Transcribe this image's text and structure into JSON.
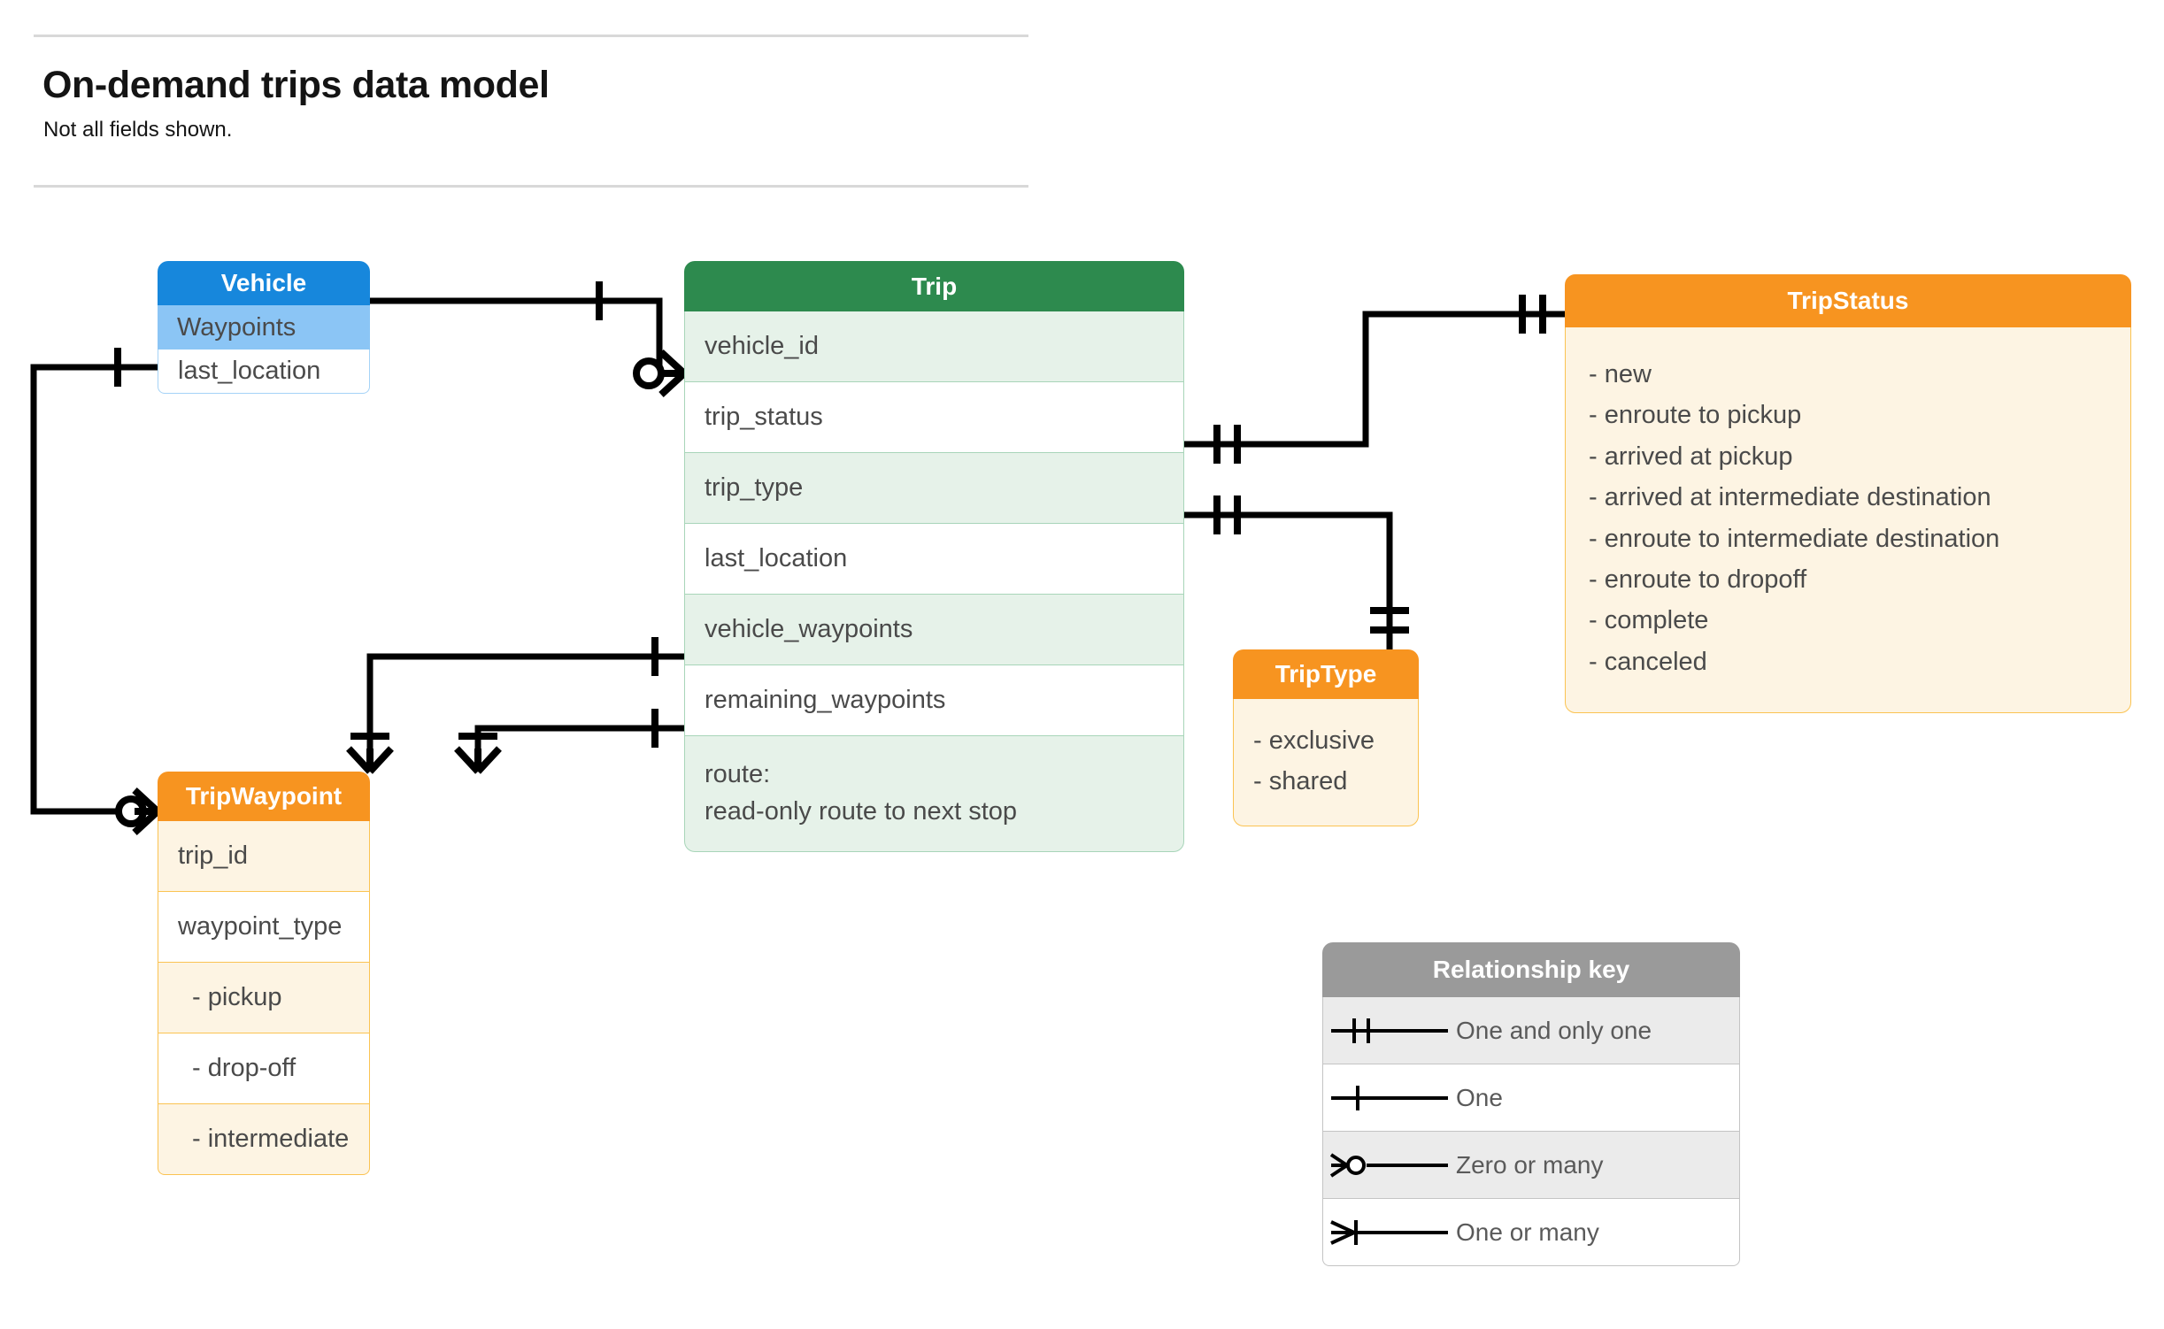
{
  "header": {
    "title": "On-demand trips data model",
    "subtitle": "Not all fields shown."
  },
  "entities": {
    "vehicle": {
      "name": "Vehicle",
      "color": "#1787dc",
      "fields": [
        {
          "label": "Waypoints"
        },
        {
          "label": "last_location"
        }
      ]
    },
    "trip": {
      "name": "Trip",
      "color": "#2d8a4e",
      "fields": [
        {
          "label": "vehicle_id"
        },
        {
          "label": "trip_status"
        },
        {
          "label": "trip_type"
        },
        {
          "label": "last_location"
        },
        {
          "label": "vehicle_waypoints"
        },
        {
          "label": "remaining_waypoints"
        }
      ],
      "note_line1": "route:",
      "note_line2": "read-only route to next stop"
    },
    "trip_status": {
      "name": "TripStatus",
      "color": "#f79420",
      "values": [
        "- new",
        "- enroute to pickup",
        "- arrived at pickup",
        "- arrived at intermediate destination",
        "- enroute to intermediate destination",
        "- enroute to dropoff",
        "- complete",
        "- canceled"
      ]
    },
    "trip_type": {
      "name": "TripType",
      "color": "#f79420",
      "values": [
        "- exclusive",
        "- shared"
      ]
    },
    "trip_waypoint": {
      "name": "TripWaypoint",
      "color": "#f79420",
      "fields": [
        {
          "label": "trip_id"
        },
        {
          "label": "waypoint_type"
        },
        {
          "label": "-  pickup"
        },
        {
          "label": "-  drop-off"
        },
        {
          "label": "-  intermediate"
        }
      ]
    }
  },
  "legend": {
    "title": "Relationship key",
    "rows": [
      {
        "symbol": "one-and-only-one",
        "label": "One and only one"
      },
      {
        "symbol": "one",
        "label": "One"
      },
      {
        "symbol": "zero-or-many",
        "label": "Zero or many"
      },
      {
        "symbol": "one-or-many",
        "label": "One or many"
      }
    ]
  },
  "relationships": [
    {
      "from": "Vehicle",
      "from_card": "one",
      "to": "Trip.vehicle_id",
      "to_card": "zero-or-many"
    },
    {
      "from": "Vehicle.Waypoints",
      "from_card": "one",
      "to": "TripWaypoint",
      "to_card": "zero-or-many"
    },
    {
      "from": "Trip.trip_status",
      "from_card": "one-and-only-one",
      "to": "TripStatus",
      "to_card": "one-and-only-one"
    },
    {
      "from": "Trip.trip_type",
      "from_card": "one-and-only-one",
      "to": "TripType",
      "to_card": "one-and-only-one"
    },
    {
      "from": "Trip.vehicle_waypoints",
      "from_card": "one",
      "to": "TripWaypoint",
      "to_card": "one-or-many"
    },
    {
      "from": "Trip.remaining_waypoints",
      "from_card": "one",
      "to": "TripWaypoint",
      "to_card": "one-or-many"
    }
  ]
}
